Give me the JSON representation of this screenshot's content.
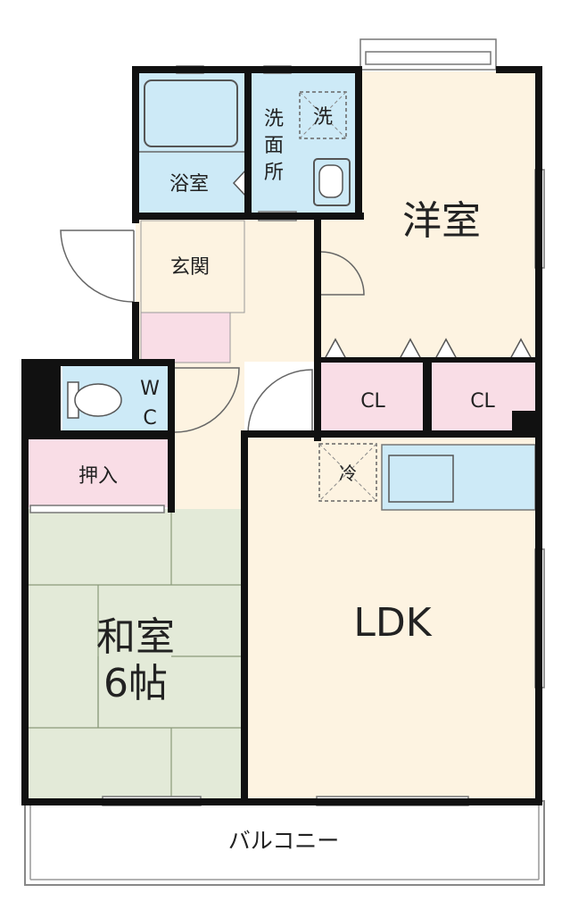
{
  "rooms": {
    "western": "洋室",
    "bath": "浴室",
    "washroom": "洗面所",
    "washer": "洗",
    "entrance": "玄関",
    "wc_w": "W",
    "wc_c": "C",
    "closet_1": "CL",
    "closet_2": "CL",
    "fridge": "冷",
    "storage": "押入",
    "japanese": "和室",
    "japanese_size": "6帖",
    "ldk": "LDK",
    "balcony": "バルコニー"
  },
  "colors": {
    "wall": "#111111",
    "wood_floor": "#fdf3e1",
    "wet_area": "#cdeaf7",
    "closet": "#f9dde6",
    "tatami": "#e3ead8",
    "outline": "#7a7a7a"
  }
}
